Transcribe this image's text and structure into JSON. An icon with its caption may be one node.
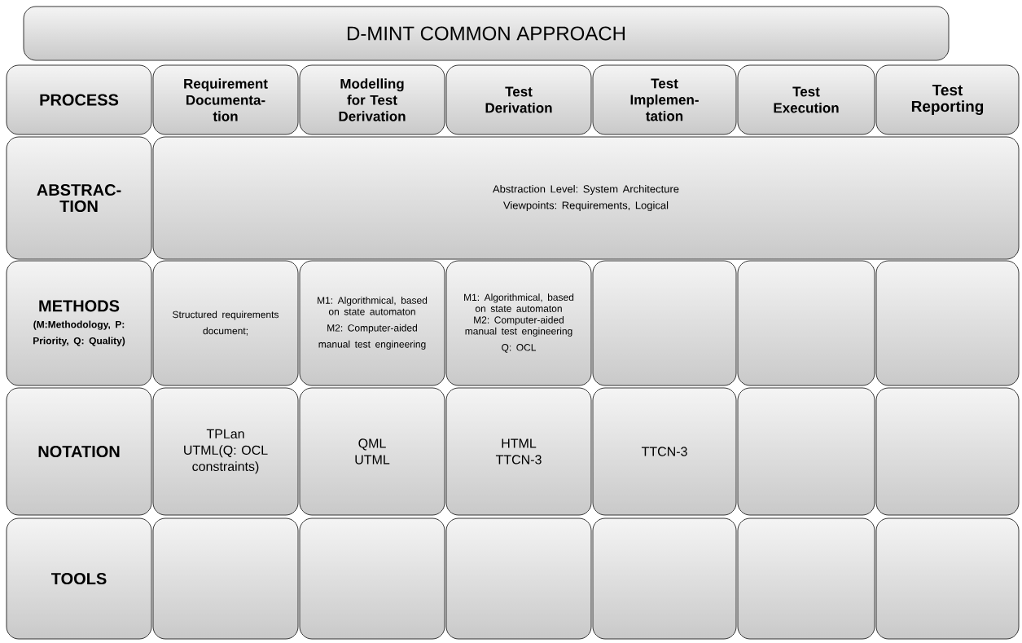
{
  "diagram": {
    "title": "D-MINT COMMON APPROACH",
    "nodes": [
      {
        "text": [
          "PROCESS"
        ]
      },
      {
        "text": [
          "Requirement Documenta-tion"
        ]
      },
      {
        "text": [
          "Modelling for Test Derivation"
        ]
      },
      {
        "text": [
          "Test Derivation"
        ]
      },
      {
        "text": [
          "Test Implemen-tation"
        ]
      },
      {
        "text": [
          "Test Execution"
        ]
      },
      {
        "text": [
          "Test Reporting"
        ]
      },
      {
        "text": [
          "ABSTRAC-TION"
        ]
      },
      {
        "text": [
          "Abstraction Level: System Architecture",
          "Viewpoints: Requirements,  Logical"
        ]
      },
      {
        "text": [
          "METHODS",
          "(M:Methodology, P: Priority, Q: Quality)"
        ]
      },
      {
        "text": [
          "Structured requirements document;"
        ]
      },
      {
        "text": [
          "M1: Algorithmical, based on state automaton",
          "M2: Computer-aided manual test engineering"
        ]
      },
      {
        "text": [
          "M1: Algorithmical, based on state automaton",
          "M2: Computer-aided manual test engineering",
          "Q: OCL"
        ]
      },
      {
        "text": [],
        "shape": "box"
      },
      {
        "text": [],
        "shape": "box"
      },
      {
        "text": [],
        "shape": "box"
      },
      {
        "text": [
          "NOTATION"
        ]
      },
      {
        "text": [
          "TPLan",
          "UTML(Q: OCL constraints)"
        ]
      },
      {
        "text": [
          "QML",
          "UTML"
        ]
      },
      {
        "text": [
          "HTML",
          "TTCN-3"
        ]
      },
      {
        "text": [
          "TTCN-3"
        ]
      },
      {
        "text": [],
        "shape": "box"
      },
      {
        "text": [],
        "shape": "box"
      },
      {
        "text": [
          "TOOLS"
        ]
      },
      {
        "text": [],
        "shape": "box"
      },
      {
        "text": [],
        "shape": "box"
      },
      {
        "text": [],
        "shape": "box"
      },
      {
        "text": [],
        "shape": "box"
      },
      {
        "text": [],
        "shape": "box"
      },
      {
        "text": [],
        "shape": "box"
      }
    ],
    "edges": []
  }
}
